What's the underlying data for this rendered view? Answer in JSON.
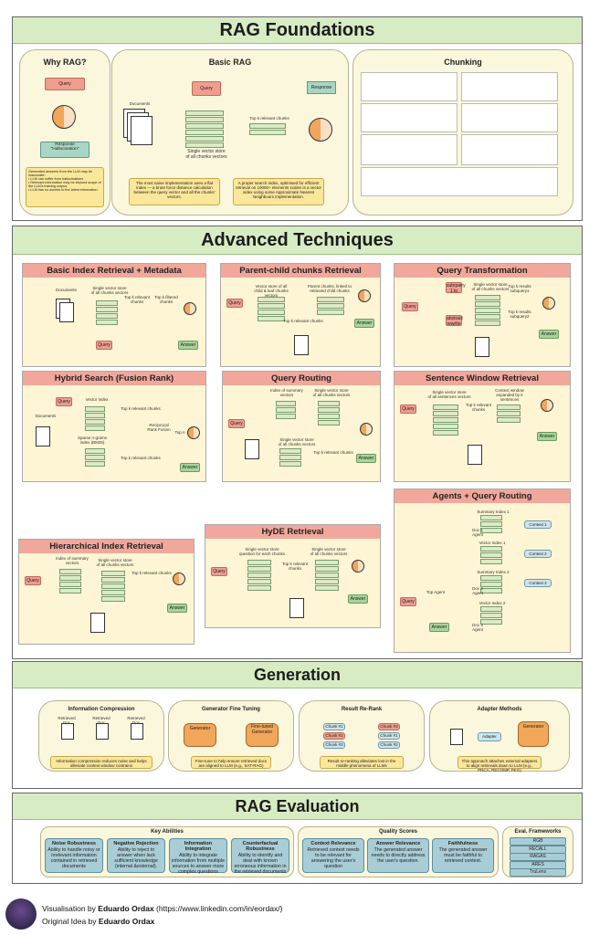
{
  "sections": {
    "foundations": "RAG Foundations",
    "advanced": "Advanced Techniques",
    "generation": "Generation",
    "evaluation": "RAG Evaluation"
  },
  "foundations": {
    "why": {
      "title": "Why RAG?",
      "query": "Query",
      "response": "Response\n\"Hallucination\"",
      "note": "Generated answers from the LLM may be inaccurate:\n• LLM can suffer from hallucinations\n• Relevant information may be beyond scope of the LLM's training corpus\n• LLM has no access to the latest information"
    },
    "basic": {
      "title": "Basic RAG",
      "query": "Query",
      "response": "Response",
      "documents": "Documents",
      "topk": "Top k relevant chunks",
      "store": "Single vector store\nof all chunks vectors",
      "note1": "The most naive implementation uses a flat index — a brute force distance calculation between the query vector and all the chunks' vectors.",
      "note2": "A proper search index, optimised for efficient retrieval on 10000+ elements scales is a vector index using some Approximate Nearest Neighbours implementation."
    },
    "chunking": {
      "title": "Chunking"
    }
  },
  "advanced": {
    "basic_index": {
      "title": "Basic Index Retrieval + Metadata",
      "documents": "Documents",
      "store": "Single vector store\nof all chunks vectors",
      "topk": "Top k relevant\nchunks",
      "filtered": "Top k filtered\nchunks",
      "query": "Query",
      "answer": "Answer"
    },
    "parent_child": {
      "title": "Parent-child chunks Retrieval",
      "vectors": "Vector store of all\nchild & leaf chunks vectors",
      "parent": "Parent chunks, linked to\nretrieved child chunks",
      "topk": "Top k relevant chunks",
      "query": "Query",
      "answer": "Answer"
    },
    "query_transform": {
      "title": "Query Transformation",
      "sub1": "subquery\n1 to",
      "sub2": "abstract\nrewrite",
      "store": "Single vector store\nof all chunks vectors",
      "r1": "Top k results\nsubquery1",
      "r2": "Top k results\nsubquery2",
      "query": "Query",
      "answer": "Answer"
    },
    "hybrid": {
      "title": "Hybrid Search (Fusion Rank)",
      "query": "Query",
      "vector_index": "Vector index",
      "documents": "Documents",
      "sparse": "Sparse n-grams\nindex (BM25)",
      "topk1": "Top k relevant chunks",
      "fusion": "Reciprocal\nRank Fusion",
      "topn": "Top n",
      "topk2": "Top k relevant chunks",
      "answer": "Answer"
    },
    "routing": {
      "title": "Query Routing",
      "summary": "Index of summary\nvectors",
      "store1": "Single vector store\nof all chunks vectors",
      "store2": "Single vector store\nof all chunks vectors",
      "topk": "Top k relevant chunks",
      "query": "Query",
      "answer": "Answer"
    },
    "sentence": {
      "title": "Sentence Window Retrieval",
      "store": "Single vector store\nof all sentences vectors",
      "ctx": "Context window\nexpanded by k\nsentences",
      "topk": "Top k relevant chunks",
      "query": "Query",
      "answer": "Answer"
    },
    "agents": {
      "title": "Agents + Query Routing",
      "s1": "Summary Index 1",
      "v1": "Vector Index 1",
      "s2": "Summary Index 2",
      "v2": "Vector Index 2",
      "doc1": "Doc 1\nAgent",
      "doc2": "Doc 2\nAgent",
      "doc3": "Doc 3\nAgent",
      "top": "Top Agent",
      "c1": "Context 1",
      "c2": "Context 2",
      "c3": "Context 3",
      "query": "Query",
      "answer": "Answer"
    },
    "hyde": {
      "title": "HyDE Retrieval",
      "store1": "Single vector store\nquestion for each chunks",
      "store2": "Single vector store\nof all chunks vectors",
      "topk": "Top k relevant chunks",
      "query": "Query",
      "answer": "Answer"
    },
    "hierarchical": {
      "title": "Hierarchical Index Retrieval",
      "summary": "Index of summary\nvectors",
      "store": "Single vector store\nof all chunks vectors",
      "topk": "Top k relevant chunks",
      "query": "Query",
      "answer": "Answer"
    }
  },
  "generation": {
    "compression": {
      "title": "Information Compression",
      "r1": "Retrieved Doc",
      "r2": "Retrieved Doc",
      "r3": "Retrieved Doc",
      "note": "Information compression reduces noise and helps alleviate context window contrains"
    },
    "finetune": {
      "title": "Generator Fine Tuning",
      "gen": "Generator",
      "tuned": "Fine-tuned\nGenerator",
      "note": "Fine-tune to help ensure retrieved docs are aligned to LLM (e.g., SAT-RAG)"
    },
    "rerank": {
      "title": "Result Re-Rank",
      "c1": "Chunk #1",
      "c2": "Chunk #2",
      "c3": "Chunk #3",
      "c4": "Chunk #3",
      "c5": "Chunk #1",
      "c6": "Chunk #2",
      "note": "Result re-ranking alleviates lost in the middle phenomena of LLMs"
    },
    "adapter": {
      "title": "Adapter Methods",
      "adapter": "Adapter",
      "gen": "Generator",
      "note": "This approach attaches external adapters to align retrievals down to LLM (e.g., PRCA, RECOMP, PKG)"
    }
  },
  "evaluation": {
    "key_title": "Key Abilities",
    "abilities": [
      {
        "name": "Noise Robustness",
        "desc": "Ability to handle noisy or irrelevant information contained in retrieved documents"
      },
      {
        "name": "Negative Rejection",
        "desc": "Ability to reject to answer when lack sufficient knowledge (internal &external)."
      },
      {
        "name": "Information Integration",
        "desc": "Ability to integrate information from multiple sources to answer more complex questions"
      },
      {
        "name": "Counterfactual Robustness",
        "desc": "Ability to identify and deal with known erroneous information in the retrieved documents"
      }
    ],
    "quality_title": "Quality Scores",
    "scores": [
      {
        "name": "Context Relevance",
        "desc": "Retrieved context needs to be relevant for answering the user's question"
      },
      {
        "name": "Answer Relevance",
        "desc": "The generated answer needs to directly address the user's question."
      },
      {
        "name": "Faithfulness",
        "desc": "The generated answer must be faithful to retrieved context."
      }
    ],
    "fw_title": "Eval. Frameworks",
    "frameworks": [
      "RGB",
      "RECALL",
      "RAGAS",
      "ARES",
      "TruLens"
    ]
  },
  "footer": {
    "line1_prefix": "Visualisation by ",
    "line1_name": "Eduardo Ordax",
    "line1_suffix": " (https://www.linkedin.com/in/eordax/)",
    "line2_prefix": "Original Idea by ",
    "line2_name": "Eduardo Ordax"
  }
}
